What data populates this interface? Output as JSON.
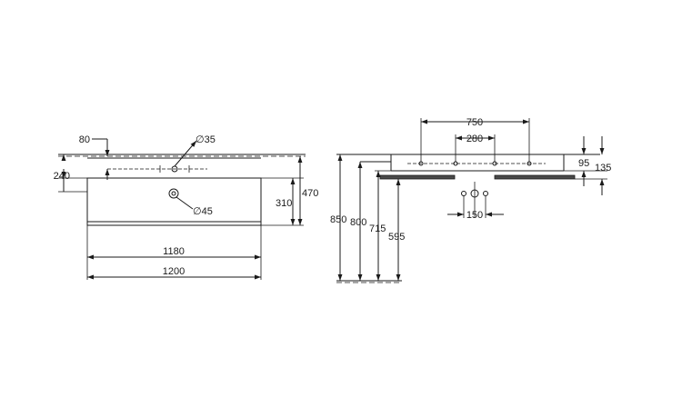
{
  "top_view": {
    "overflow_offset": "80",
    "tap_hole_diameter": "∅35",
    "bowl_depth_offset": "240",
    "waste_diameter": "∅45",
    "total_depth": "470",
    "bowl_front_depth": "310",
    "inner_width": "1180",
    "total_width": "1200"
  },
  "side_view": {
    "mount_height": "850",
    "rim_height": "800",
    "waste_height": "715",
    "trap_height": "595",
    "tap_spacing_outer": "750",
    "tap_spacing_inner": "280",
    "basin_height": "95",
    "total_height": "135",
    "valve_spacing": "150"
  }
}
